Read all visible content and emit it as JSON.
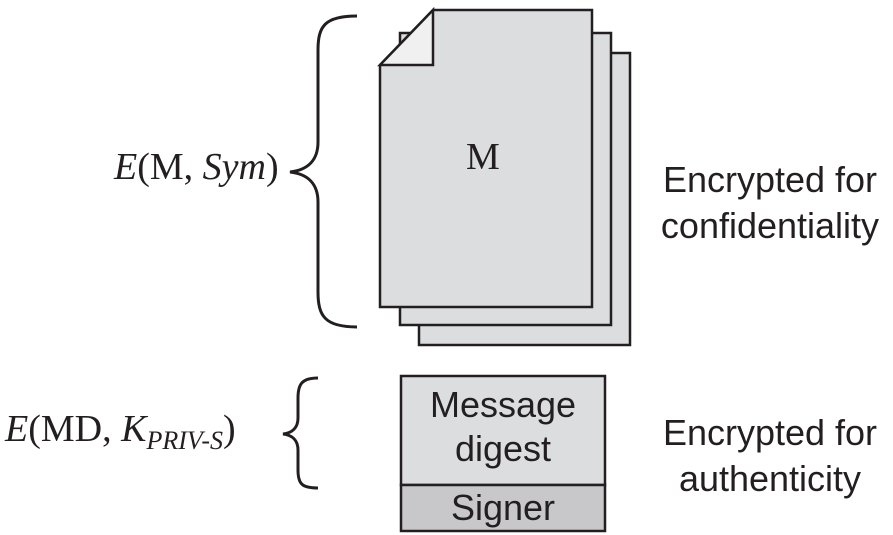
{
  "colors": {
    "page_fill": "#dcdddf",
    "signer_fill": "#c8c8ca",
    "stroke": "#231f20",
    "text": "#231f20"
  },
  "upper": {
    "expression": {
      "fn": "E",
      "open": "(",
      "arg1": "M",
      "sep": ", ",
      "arg2": "Sym",
      "close": ")"
    },
    "page_label": "M",
    "description_line1": "Encrypted for",
    "description_line2": "confidentiality"
  },
  "lower": {
    "expression": {
      "fn": "E",
      "open": "(",
      "arg1": "MD",
      "sep": ", ",
      "key": "K",
      "key_sub": "PRIV-S",
      "close": ")"
    },
    "digest_line1": "Message",
    "digest_line2": "digest",
    "signer_label": "Signer",
    "description_line1": "Encrypted for",
    "description_line2": "authenticity"
  }
}
